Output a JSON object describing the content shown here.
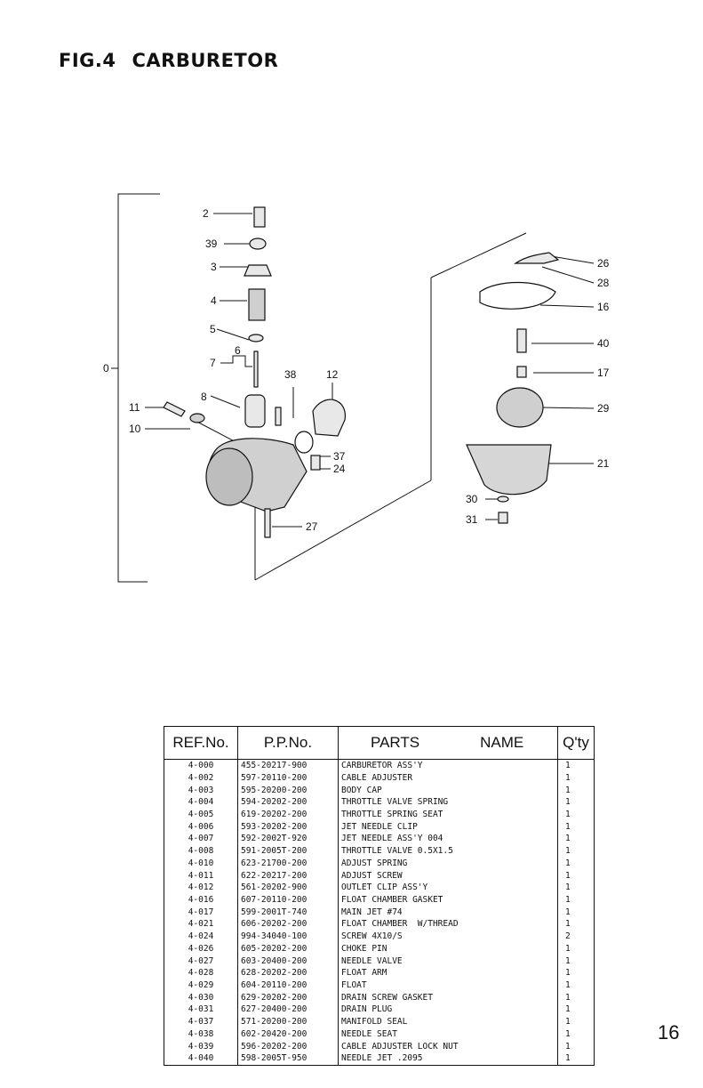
{
  "figure": {
    "number": "FIG.4",
    "title": "CARBURETOR"
  },
  "callouts": [
    "0",
    "2",
    "39",
    "3",
    "4",
    "5",
    "6",
    "7",
    "8",
    "11",
    "10",
    "38",
    "12",
    "37",
    "24",
    "27",
    "26",
    "28",
    "16",
    "40",
    "17",
    "29",
    "21",
    "30",
    "31"
  ],
  "table": {
    "headers": {
      "ref": "REF.No.",
      "ppno": "P.P.No.",
      "parts": "PARTS",
      "name": "NAME",
      "qty": "Q'ty"
    },
    "rows": [
      {
        "ref": "4-000",
        "pp": "455-20217-900",
        "name": "CARBURETOR ASS'Y",
        "qty": "1"
      },
      {
        "ref": "4-002",
        "pp": "597-20110-200",
        "name": "CABLE ADJUSTER",
        "qty": "1"
      },
      {
        "ref": "4-003",
        "pp": "595-20200-200",
        "name": "BODY CAP",
        "qty": "1"
      },
      {
        "ref": "4-004",
        "pp": "594-20202-200",
        "name": "THROTTLE VALVE SPRING",
        "qty": "1"
      },
      {
        "ref": "4-005",
        "pp": "619-20202-200",
        "name": "THROTTLE SPRING SEAT",
        "qty": "1"
      },
      {
        "ref": "4-006",
        "pp": "593-20202-200",
        "name": "JET NEEDLE CLIP",
        "qty": "1"
      },
      {
        "ref": "4-007",
        "pp": "592-2002T-920",
        "name": "JET NEEDLE ASS'Y 004",
        "qty": "1"
      },
      {
        "ref": "4-008",
        "pp": "591-2005T-200",
        "name": "THROTTLE VALVE 0.5X1.5",
        "qty": "1"
      },
      {
        "ref": "4-010",
        "pp": "623-21700-200",
        "name": "ADJUST SPRING",
        "qty": "1"
      },
      {
        "ref": "4-011",
        "pp": "622-20217-200",
        "name": "ADJUST SCREW",
        "qty": "1"
      },
      {
        "ref": "4-012",
        "pp": "561-20202-900",
        "name": "OUTLET CLIP ASS'Y",
        "qty": "1"
      },
      {
        "ref": "4-016",
        "pp": "607-20110-200",
        "name": "FLOAT CHAMBER GASKET",
        "qty": "1"
      },
      {
        "ref": "4-017",
        "pp": "599-2001T-740",
        "name": "MAIN JET #74",
        "qty": "1"
      },
      {
        "ref": "4-021",
        "pp": "606-20202-200",
        "name": "FLOAT CHAMBER  W/THREAD",
        "qty": "1"
      },
      {
        "ref": "4-024",
        "pp": "994-34040-100",
        "name": "SCREW 4X10/S",
        "qty": "2"
      },
      {
        "ref": "4-026",
        "pp": "605-20202-200",
        "name": "CHOKE PIN",
        "qty": "1"
      },
      {
        "ref": "4-027",
        "pp": "603-20400-200",
        "name": "NEEDLE VALVE",
        "qty": "1"
      },
      {
        "ref": "4-028",
        "pp": "628-20202-200",
        "name": "FLOAT ARM",
        "qty": "1"
      },
      {
        "ref": "4-029",
        "pp": "604-20110-200",
        "name": "FLOAT",
        "qty": "1"
      },
      {
        "ref": "4-030",
        "pp": "629-20202-200",
        "name": "DRAIN SCREW GASKET",
        "qty": "1"
      },
      {
        "ref": "4-031",
        "pp": "627-20400-200",
        "name": "DRAIN PLUG",
        "qty": "1"
      },
      {
        "ref": "4-037",
        "pp": "571-20200-200",
        "name": "MANIFOLD SEAL",
        "qty": "1"
      },
      {
        "ref": "4-038",
        "pp": "602-20420-200",
        "name": "NEEDLE SEAT",
        "qty": "1"
      },
      {
        "ref": "4-039",
        "pp": "596-20202-200",
        "name": "CABLE ADJUSTER LOCK NUT",
        "qty": "1"
      },
      {
        "ref": "4-040",
        "pp": "598-2005T-950",
        "name": "NEEDLE JET .2095",
        "qty": "1"
      }
    ]
  },
  "page_number": "16"
}
